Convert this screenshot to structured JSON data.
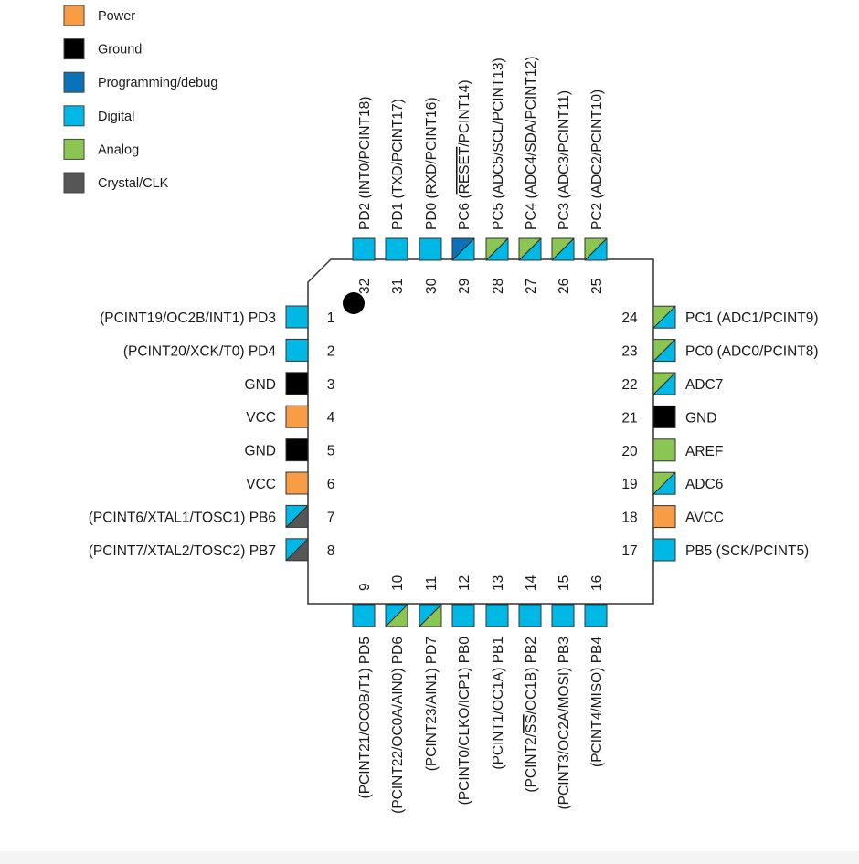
{
  "colors": {
    "power": "#f89c45",
    "ground": "#000000",
    "programming": "#0a72b8",
    "digital": "#00b8e6",
    "analog": "#8bc652",
    "crystal": "#565656",
    "chip_fill": "#ffffff",
    "chip_stroke": "#333333"
  },
  "legend": [
    {
      "key": "power",
      "label": "Power"
    },
    {
      "key": "ground",
      "label": "Ground"
    },
    {
      "key": "programming",
      "label": "Programming/debug"
    },
    {
      "key": "digital",
      "label": "Digital"
    },
    {
      "key": "analog",
      "label": "Analog"
    },
    {
      "key": "crystal",
      "label": "Crystal/CLK"
    }
  ],
  "pins": [
    {
      "num": "1",
      "label": [
        {
          "t": "(PCINT19/OC2B/INT1) PD3"
        }
      ],
      "colors": [
        "digital"
      ]
    },
    {
      "num": "2",
      "label": [
        {
          "t": "(PCINT20/XCK/T0) PD4"
        }
      ],
      "colors": [
        "digital"
      ]
    },
    {
      "num": "3",
      "label": [
        {
          "t": "GND"
        }
      ],
      "colors": [
        "ground"
      ]
    },
    {
      "num": "4",
      "label": [
        {
          "t": "VCC"
        }
      ],
      "colors": [
        "power"
      ]
    },
    {
      "num": "5",
      "label": [
        {
          "t": "GND"
        }
      ],
      "colors": [
        "ground"
      ]
    },
    {
      "num": "6",
      "label": [
        {
          "t": "VCC"
        }
      ],
      "colors": [
        "power"
      ]
    },
    {
      "num": "7",
      "label": [
        {
          "t": "(PCINT6/XTAL1/TOSC1) PB6"
        }
      ],
      "colors": [
        "digital",
        "crystal"
      ]
    },
    {
      "num": "8",
      "label": [
        {
          "t": "(PCINT7/XTAL2/TOSC2) PB7"
        }
      ],
      "colors": [
        "digital",
        "crystal"
      ]
    },
    {
      "num": "9",
      "label": [
        {
          "t": "(PCINT21/OC0B/T1) PD5"
        }
      ],
      "colors": [
        "digital"
      ]
    },
    {
      "num": "10",
      "label": [
        {
          "t": "(PCINT22/OC0A/AIN0) PD6"
        }
      ],
      "colors": [
        "digital",
        "analog"
      ]
    },
    {
      "num": "11",
      "label": [
        {
          "t": "(PCINT23/AIN1) PD7"
        }
      ],
      "colors": [
        "digital",
        "analog"
      ]
    },
    {
      "num": "12",
      "label": [
        {
          "t": "(PCINT0/CLKO/ICP1) PB0"
        }
      ],
      "colors": [
        "digital"
      ]
    },
    {
      "num": "13",
      "label": [
        {
          "t": "(PCINT1/OC1A) PB1"
        }
      ],
      "colors": [
        "digital"
      ]
    },
    {
      "num": "14",
      "label": [
        {
          "t": "(PCINT2/"
        },
        {
          "t": "SS",
          "o": true
        },
        {
          "t": "/OC1B) PB2"
        }
      ],
      "colors": [
        "digital"
      ]
    },
    {
      "num": "15",
      "label": [
        {
          "t": "(PCINT3/OC2A/MOSI) PB3"
        }
      ],
      "colors": [
        "digital"
      ]
    },
    {
      "num": "16",
      "label": [
        {
          "t": "(PCINT4/MISO) PB4"
        }
      ],
      "colors": [
        "digital"
      ]
    },
    {
      "num": "17",
      "label": [
        {
          "t": "PB5 (SCK/PCINT5)"
        }
      ],
      "colors": [
        "digital"
      ]
    },
    {
      "num": "18",
      "label": [
        {
          "t": "AVCC"
        }
      ],
      "colors": [
        "power"
      ]
    },
    {
      "num": "19",
      "label": [
        {
          "t": "ADC6"
        }
      ],
      "colors": [
        "analog",
        "digital"
      ]
    },
    {
      "num": "20",
      "label": [
        {
          "t": "AREF"
        }
      ],
      "colors": [
        "analog"
      ]
    },
    {
      "num": "21",
      "label": [
        {
          "t": "GND"
        }
      ],
      "colors": [
        "ground"
      ]
    },
    {
      "num": "22",
      "label": [
        {
          "t": "ADC7"
        }
      ],
      "colors": [
        "analog",
        "digital"
      ]
    },
    {
      "num": "23",
      "label": [
        {
          "t": "PC0 (ADC0/PCINT8)"
        }
      ],
      "colors": [
        "analog",
        "digital"
      ]
    },
    {
      "num": "24",
      "label": [
        {
          "t": "PC1 (ADC1/PCINT9)"
        }
      ],
      "colors": [
        "analog",
        "digital"
      ]
    },
    {
      "num": "25",
      "label": [
        {
          "t": "PC2 (ADC2/PCINT10)"
        }
      ],
      "colors": [
        "analog",
        "digital"
      ]
    },
    {
      "num": "26",
      "label": [
        {
          "t": "PC3 (ADC3/PCINT11)"
        }
      ],
      "colors": [
        "analog",
        "digital"
      ]
    },
    {
      "num": "27",
      "label": [
        {
          "t": "PC4 (ADC4/SDA/PCINT12)"
        }
      ],
      "colors": [
        "analog",
        "digital"
      ]
    },
    {
      "num": "28",
      "label": [
        {
          "t": "PC5 (ADC5/SCL/PCINT13)"
        }
      ],
      "colors": [
        "analog",
        "digital"
      ]
    },
    {
      "num": "29",
      "label": [
        {
          "t": "PC6 ("
        },
        {
          "t": "RESET",
          "o": true
        },
        {
          "t": "/PCINT14)"
        }
      ],
      "colors": [
        "programming",
        "digital"
      ]
    },
    {
      "num": "30",
      "label": [
        {
          "t": "PD0 (RXD/PCINT16)"
        }
      ],
      "colors": [
        "digital"
      ]
    },
    {
      "num": "31",
      "label": [
        {
          "t": "PD1 (TXD/PCINT17)"
        }
      ],
      "colors": [
        "digital"
      ]
    },
    {
      "num": "32",
      "label": [
        {
          "t": "PD2 (INT0/PCINT18)"
        }
      ],
      "colors": [
        "digital"
      ]
    }
  ]
}
